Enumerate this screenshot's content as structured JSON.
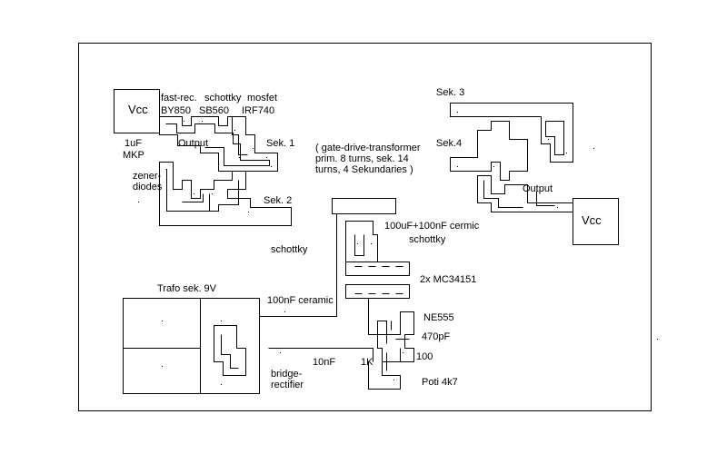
{
  "diagram": {
    "labels": {
      "vcc_left": "Vcc",
      "vcc_right": "Vcc",
      "fast_rec": "fast-rec.",
      "by850": "BY850",
      "schottky_top": "schottky",
      "sb560": "SB560",
      "mosfet": "mosfet",
      "irf740": "IRF740",
      "cap_1uf": "1uF",
      "mkp": "MKP",
      "output_left": "Output",
      "sek1": "Sek. 1",
      "zener": "zener-\ndiodes",
      "sek2": "Sek. 2",
      "gate_drive": "( gate-drive-transformer\nprim. 8 turns, sek. 14\nturns, 4 Sekundaries )",
      "sek3": "Sek. 3",
      "sek4": "Sek.4",
      "output_right": "Output",
      "cap_100uf": "100uF+100nF cermic",
      "schottky_mid": "schottky",
      "schottky_right": "schottky",
      "mc34151": "2x MC34151",
      "trafo": "Trafo sek. 9V",
      "cap_100nf": "100nF ceramic",
      "ne555": "NE555",
      "cap_470pf": "470pF",
      "cap_10nf": "10nF",
      "res_1k": "1K",
      "res_100": "100",
      "bridge": "bridge-\nrectifier",
      "poti": "Poti 4k7"
    }
  }
}
